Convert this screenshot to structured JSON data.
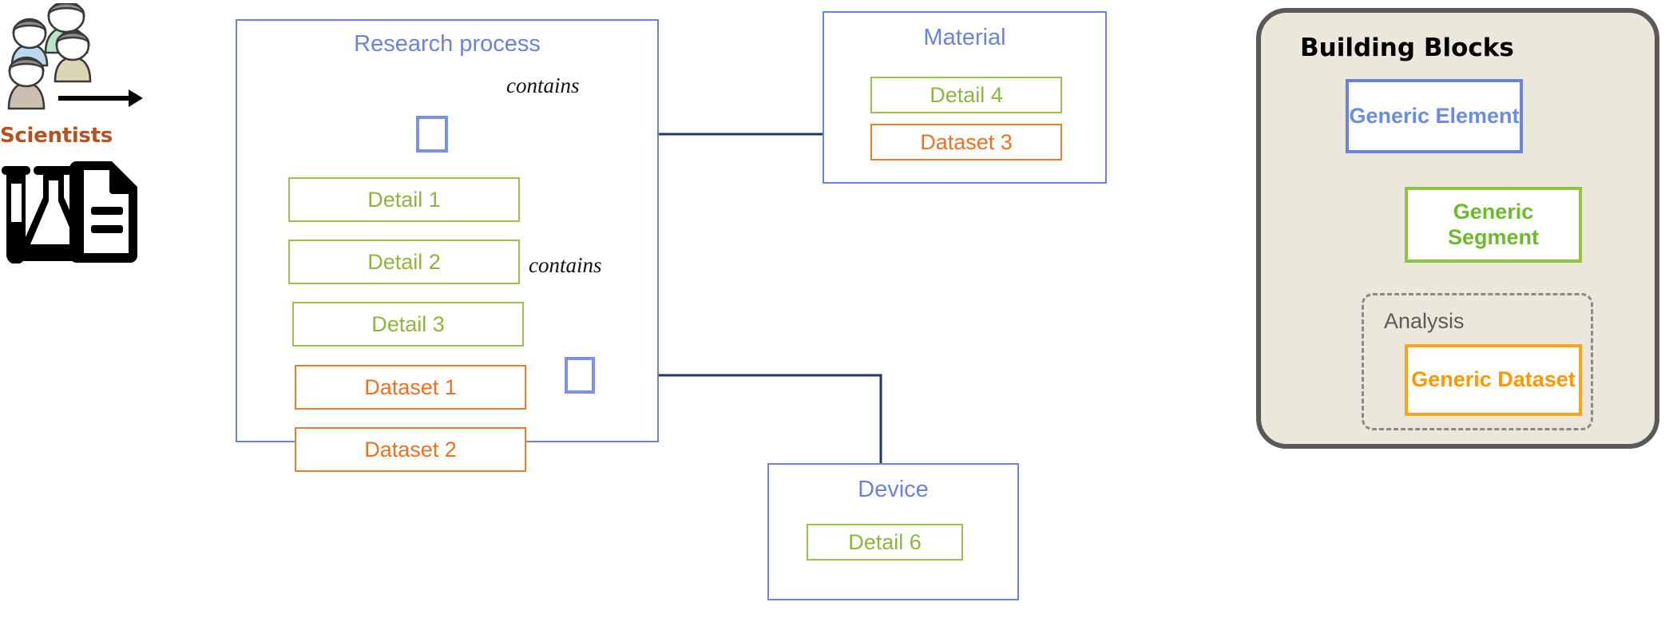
{
  "diagram": {
    "actor": {
      "label": "Scientists",
      "people_icon": "people-group-icon",
      "lab_icon": "lab-flask-document-icon",
      "arrow_icon": "arrow-right-icon"
    },
    "entities": [
      {
        "name": "research-process",
        "title": "Research process",
        "children": [
          {
            "type": "detail",
            "label": "Detail 1"
          },
          {
            "type": "detail",
            "label": "Detail 2"
          },
          {
            "type": "detail",
            "label": "Detail 3"
          },
          {
            "type": "dataset",
            "label": "Dataset 1"
          },
          {
            "type": "dataset",
            "label": "Dataset 2"
          }
        ]
      },
      {
        "name": "material",
        "title": "Material",
        "children": [
          {
            "type": "detail",
            "label": "Detail 4"
          },
          {
            "type": "dataset",
            "label": "Dataset 3"
          }
        ]
      },
      {
        "name": "device",
        "title": "Device",
        "children": [
          {
            "type": "detail",
            "label": "Detail 6"
          }
        ]
      }
    ],
    "edges": [
      {
        "name": "research-process-to-material",
        "label": "contains"
      },
      {
        "name": "detail3-to-device",
        "label": "contains"
      }
    ]
  },
  "legend": {
    "title": "Building Blocks",
    "generic_element": "Generic Element",
    "generic_segment": "Generic Segment",
    "analysis_label": "Analysis",
    "generic_dataset": "Generic Dataset"
  },
  "colors": {
    "element_blue": "#6b82e0",
    "segment_green": "#8cc63f",
    "dataset_orange": "#ed7d1f",
    "legend_bg": "#ebe8db",
    "legend_border": "#595959",
    "connector": "#1f3864",
    "scientists_label": "#b5521f"
  }
}
